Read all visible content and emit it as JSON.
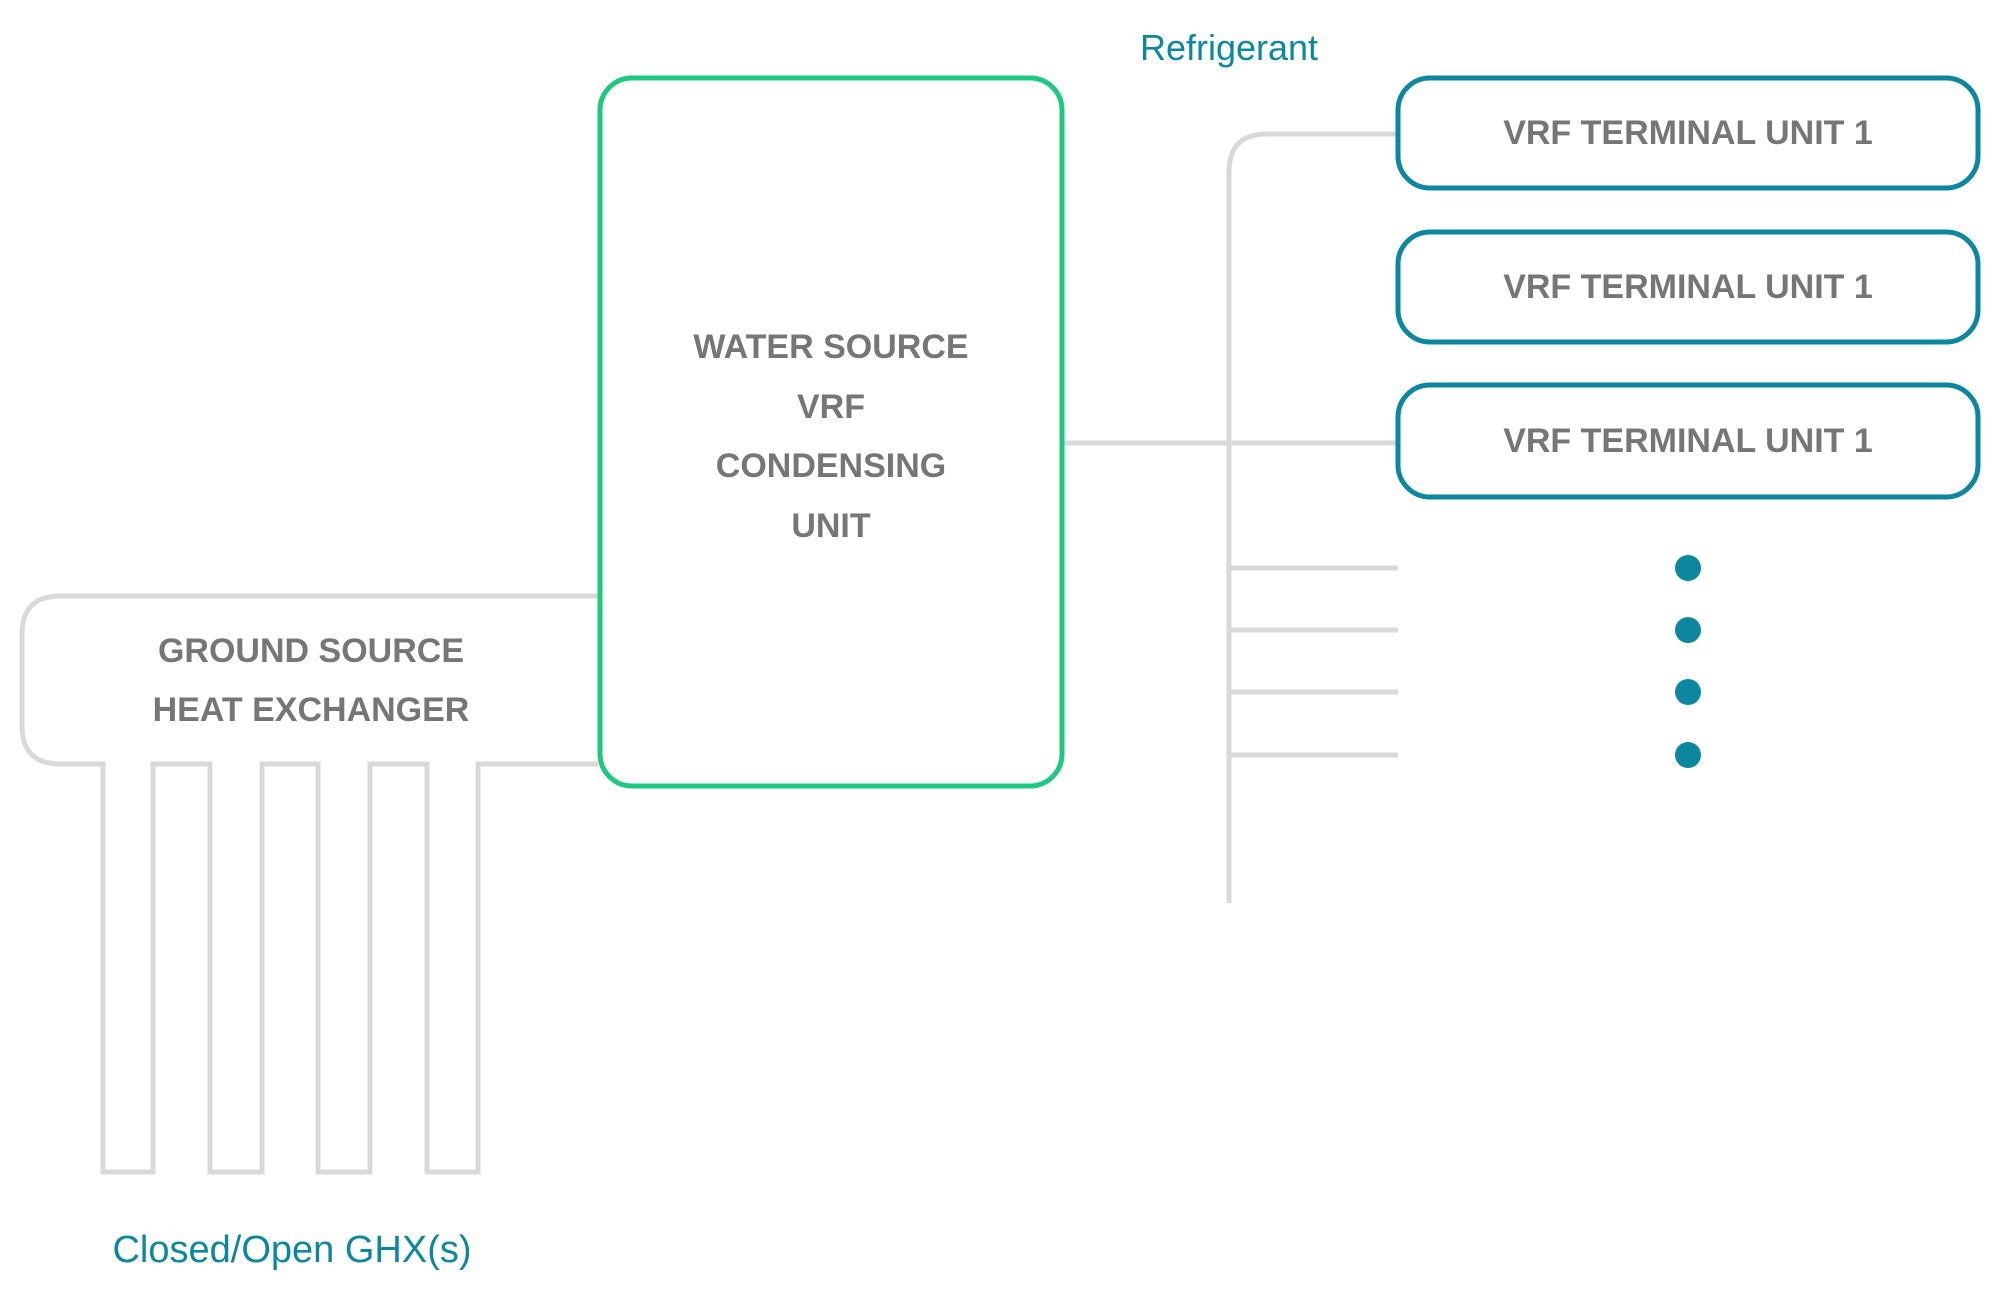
{
  "labels": {
    "refrigerant": "Refrigerant",
    "ghx": "Closed/Open GHX(s)"
  },
  "condensing_unit": {
    "lines": [
      "WATER SOURCE",
      "VRF",
      "CONDENSING",
      "UNIT"
    ]
  },
  "ground_source": {
    "lines": [
      "GROUND SOURCE",
      "HEAT EXCHANGER"
    ]
  },
  "terminal_units": [
    {
      "label": "VRF TERMINAL UNIT 1"
    },
    {
      "label": "VRF TERMINAL UNIT 1"
    },
    {
      "label": "VRF TERMINAL UNIT 1"
    }
  ],
  "colors": {
    "teal": "#0d869f",
    "green": "#1ec87f",
    "pipe": "#d9d9d9",
    "text_gray": "#767676"
  }
}
